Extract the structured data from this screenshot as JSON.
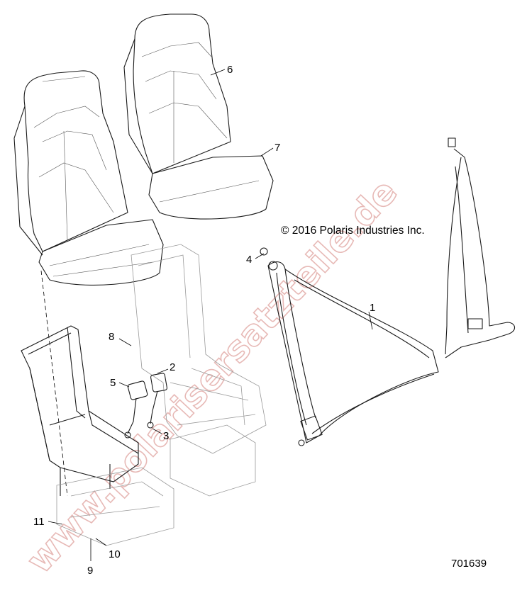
{
  "copyright": "© 2016 Polaris Industries Inc.",
  "part_number": "701639",
  "watermark": "www.polarisersatzteile.de",
  "callouts": [
    "1",
    "2",
    "3",
    "4",
    "5",
    "6",
    "7",
    "8",
    "9",
    "10",
    "11"
  ]
}
